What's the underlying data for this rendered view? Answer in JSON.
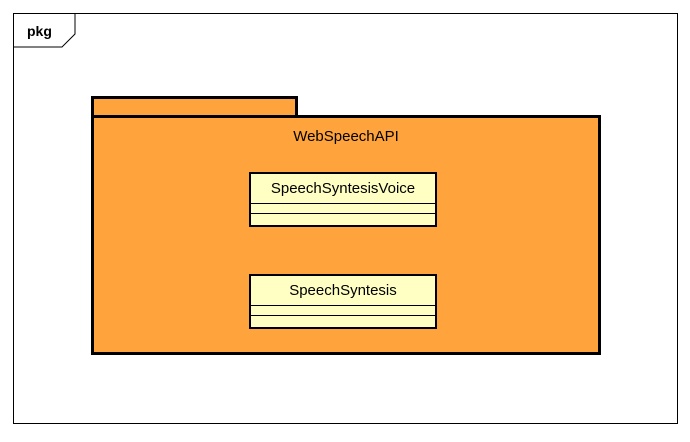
{
  "frame": {
    "label": "pkg"
  },
  "package": {
    "name": "WebSpeechAPI",
    "fill_color": "#ffa33c"
  },
  "classes": [
    {
      "name": "SpeechSyntesisVoice",
      "fill_color": "#ffffc4"
    },
    {
      "name": "SpeechSyntesis",
      "fill_color": "#ffffc4"
    }
  ]
}
